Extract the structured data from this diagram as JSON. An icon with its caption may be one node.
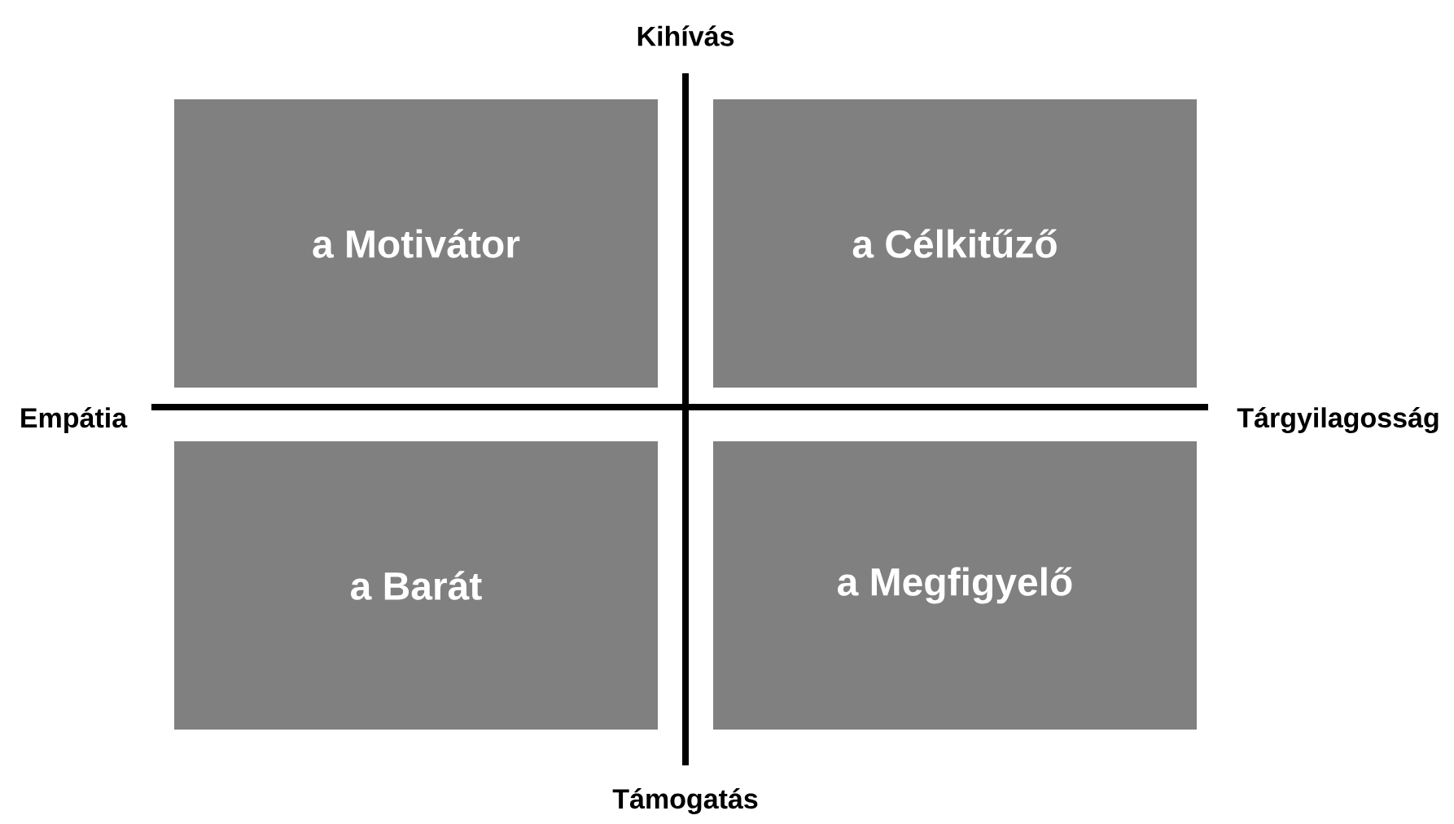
{
  "diagram": {
    "nodes": [
      {
        "text": [
          "a Motivátor"
        ]
      },
      {
        "text": [
          "a Célkitűző"
        ]
      },
      {
        "text": [
          "a Barát"
        ]
      },
      {
        "text": [
          "a Megfigyelő"
        ]
      }
    ],
    "labels": [
      "Kihívás",
      "Empátia",
      "Tárgyilagosság",
      "Támogatás"
    ]
  }
}
